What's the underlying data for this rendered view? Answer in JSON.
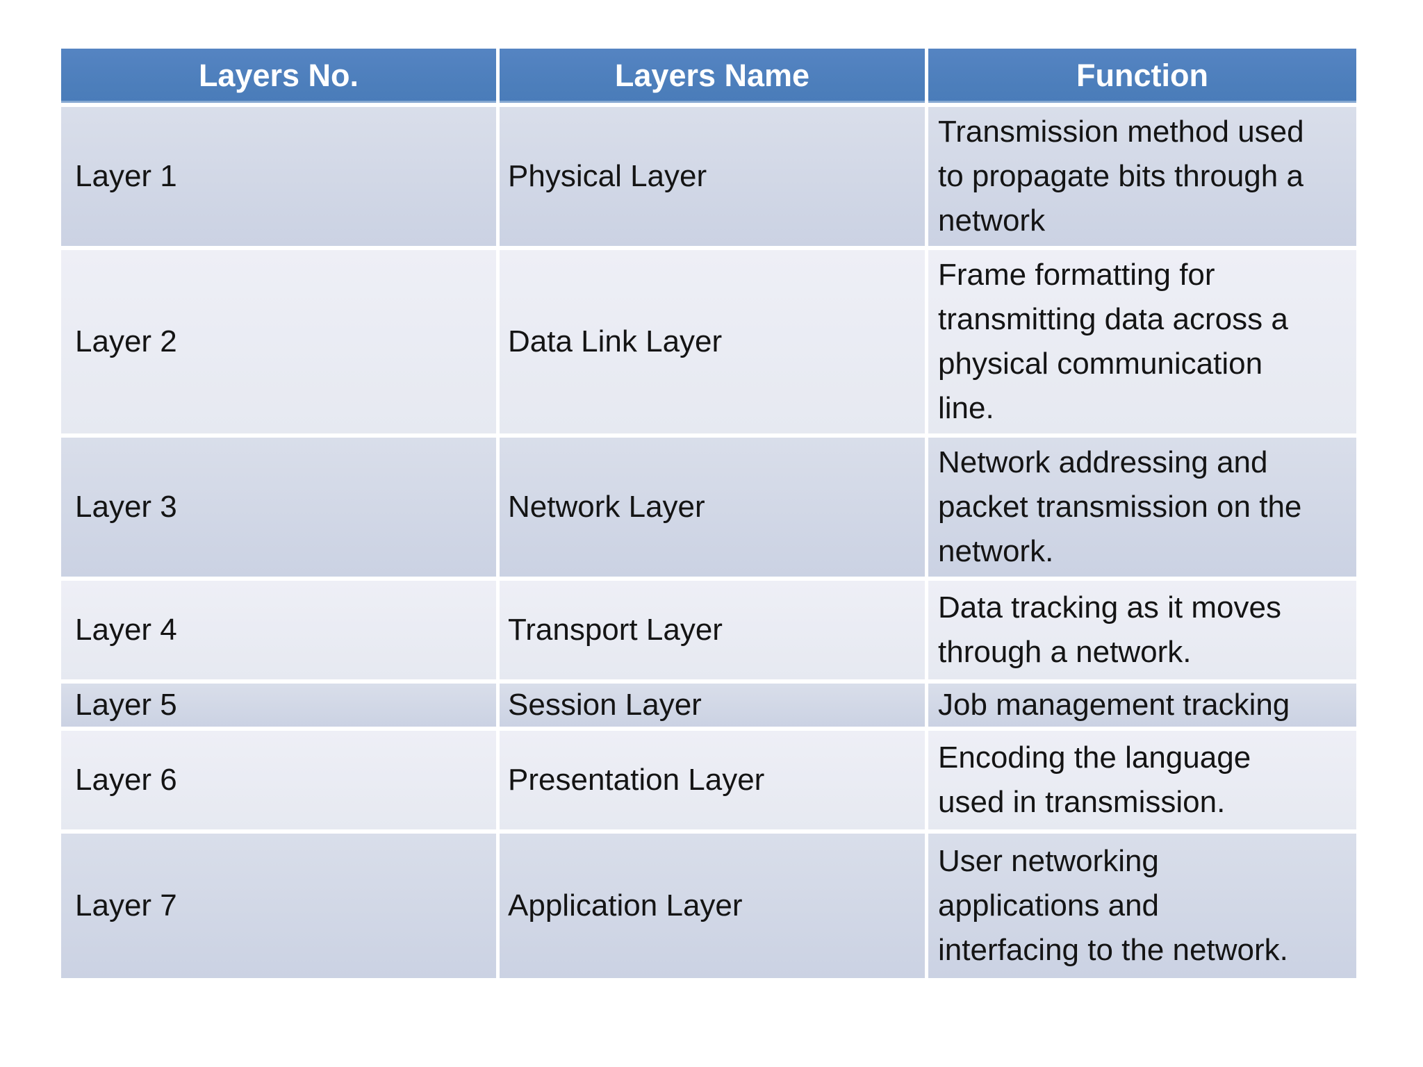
{
  "table": {
    "headers": [
      "Layers No.",
      "Layers Name",
      "Function"
    ],
    "rows": [
      {
        "no": "Layer 1",
        "name": "Physical Layer",
        "function": "Transmission method used\nto propagate bits through a\nnetwork"
      },
      {
        "no": "Layer 2",
        "name": "Data Link Layer",
        "function": "Frame formatting for\ntransmitting data across a\nphysical communication\nline."
      },
      {
        "no": "Layer 3",
        "name": "Network Layer",
        "function": "Network addressing and\npacket transmission on the\nnetwork."
      },
      {
        "no": "Layer 4",
        "name": "Transport Layer",
        "function": "Data tracking as it moves\nthrough a network."
      },
      {
        "no": "Layer 5",
        "name": "Session Layer",
        "function": "Job management tracking"
      },
      {
        "no": "Layer 6",
        "name": "Presentation Layer",
        "function": "Encoding the language\nused in transmission."
      },
      {
        "no": "Layer 7",
        "name": "Application Layer",
        "function": "User networking\napplications and\ninterfacing to the network."
      }
    ]
  },
  "colors": {
    "header_bg": "#4E80BC",
    "header_text": "#FFFFFF",
    "band_dark": "#CDD4E4",
    "band_light": "#E9EBF2",
    "grid_gap": "#FFFFFF",
    "body_text": "#141414"
  }
}
